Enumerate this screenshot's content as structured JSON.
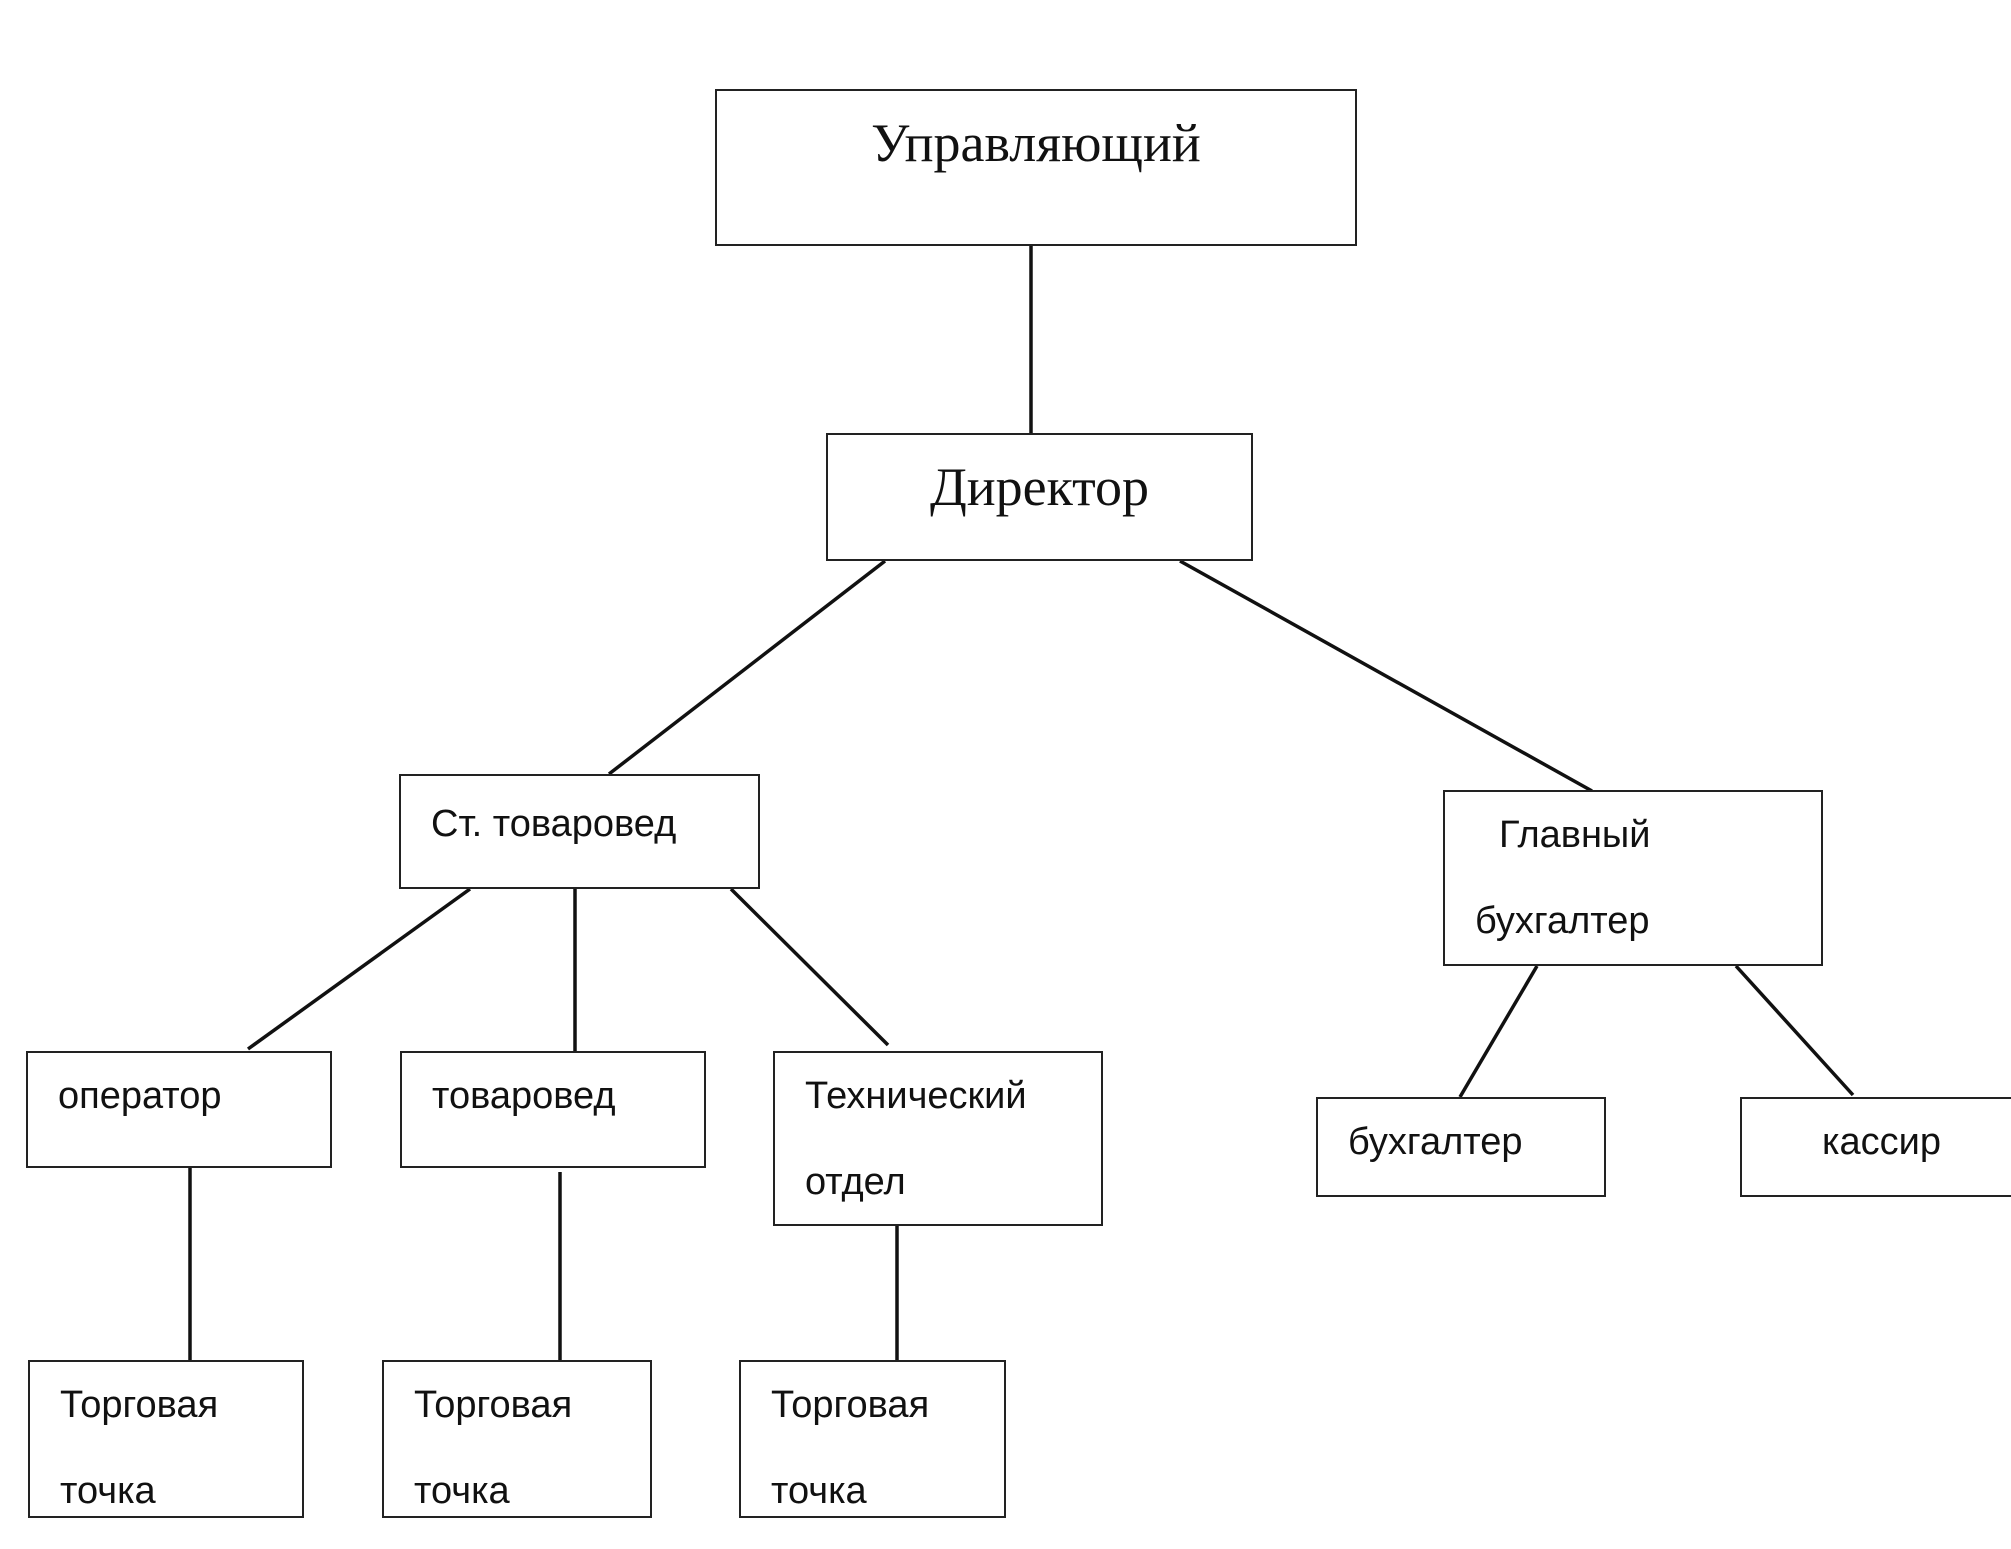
{
  "colors": {
    "background": "#ffffff",
    "line": "#111111",
    "border": "#222222",
    "text": "#111111"
  },
  "nodes": {
    "manager": {
      "lines": [
        "Управляющий"
      ]
    },
    "director": {
      "lines": [
        "Директор"
      ]
    },
    "senior_merchandiser": {
      "lines": [
        "Ст. товаровед"
      ]
    },
    "chief_accountant": {
      "lines": [
        "Главный",
        "бухгалтер"
      ]
    },
    "operator": {
      "lines": [
        "оператор"
      ]
    },
    "merchandiser": {
      "lines": [
        "товаровед"
      ]
    },
    "technical_dept": {
      "lines": [
        "Технический",
        "отдел"
      ]
    },
    "accountant": {
      "lines": [
        "бухгалтер"
      ]
    },
    "cashier": {
      "lines": [
        "кассир"
      ]
    },
    "retail_point_1": {
      "lines": [
        "Торговая",
        "точка"
      ]
    },
    "retail_point_2": {
      "lines": [
        "Торговая",
        "точка"
      ]
    },
    "retail_point_3": {
      "lines": [
        "Торговая",
        "точка"
      ]
    }
  }
}
